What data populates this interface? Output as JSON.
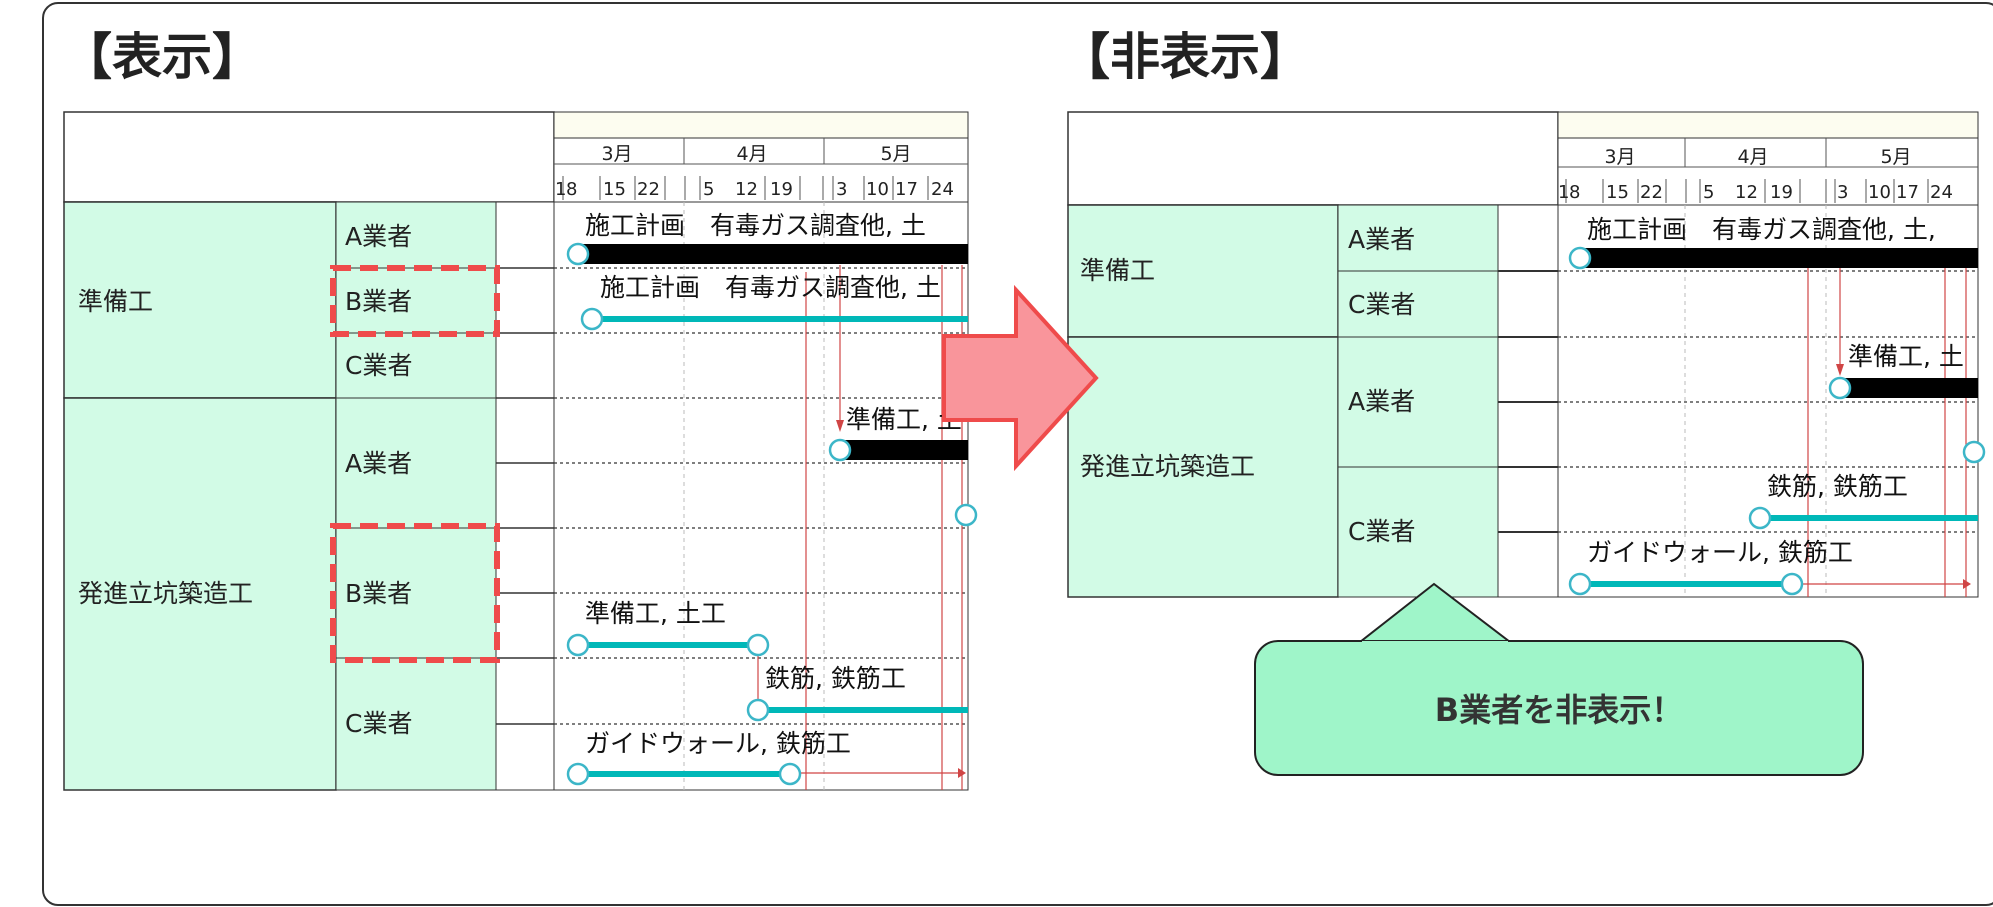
{
  "panels": {
    "shown": {
      "heading": "【表示】",
      "months": [
        "3月",
        "4月",
        "5月"
      ],
      "days": [
        "1",
        "8",
        "15",
        "22",
        "5",
        "12",
        "19",
        "3",
        "10",
        "17",
        "24"
      ],
      "rows": [
        {
          "group": "準備工",
          "contractors": [
            "A業者",
            "B業者",
            "C業者"
          ]
        },
        {
          "group": "発進立坑築造工",
          "contractors": [
            "A業者",
            "B業者",
            "C業者"
          ]
        }
      ],
      "bar_labels": [
        "施工計画　有毒ガス調査他, 土",
        "施工計画　有毒ガス調査他, 土",
        "準備工, 土",
        "準備工, 土工",
        "鉄筋, 鉄筋工",
        "ガイドウォール, 鉄筋工"
      ]
    },
    "hidden": {
      "heading": "【非表示】",
      "months": [
        "3月",
        "4月",
        "5月"
      ],
      "days": [
        "1",
        "8",
        "15",
        "22",
        "5",
        "12",
        "19",
        "3",
        "10",
        "17",
        "24"
      ],
      "rows": [
        {
          "group": "準備工",
          "contractors": [
            "A業者",
            "C業者"
          ]
        },
        {
          "group": "発進立坑築造工",
          "contractors": [
            "A業者",
            "C業者"
          ]
        }
      ],
      "bar_labels": [
        "施工計画　有毒ガス調査他, 土,",
        "準備工, 土",
        "鉄筋, 鉄筋工",
        "ガイドウォール, 鉄筋工"
      ]
    }
  },
  "callout": "B業者を非表示！",
  "colors": {
    "cell_fill": "#d2fbe6",
    "header_fill": "#fdfdf0",
    "bar_black": "#000000",
    "bar_teal": "#00b8b8",
    "dependency_red": "#d04545",
    "highlight_dash": "#ef4b4b",
    "arrow_fill": "#f9959b",
    "arrow_stroke": "#ef4b4b",
    "callout_fill": "#9ff5c9"
  }
}
